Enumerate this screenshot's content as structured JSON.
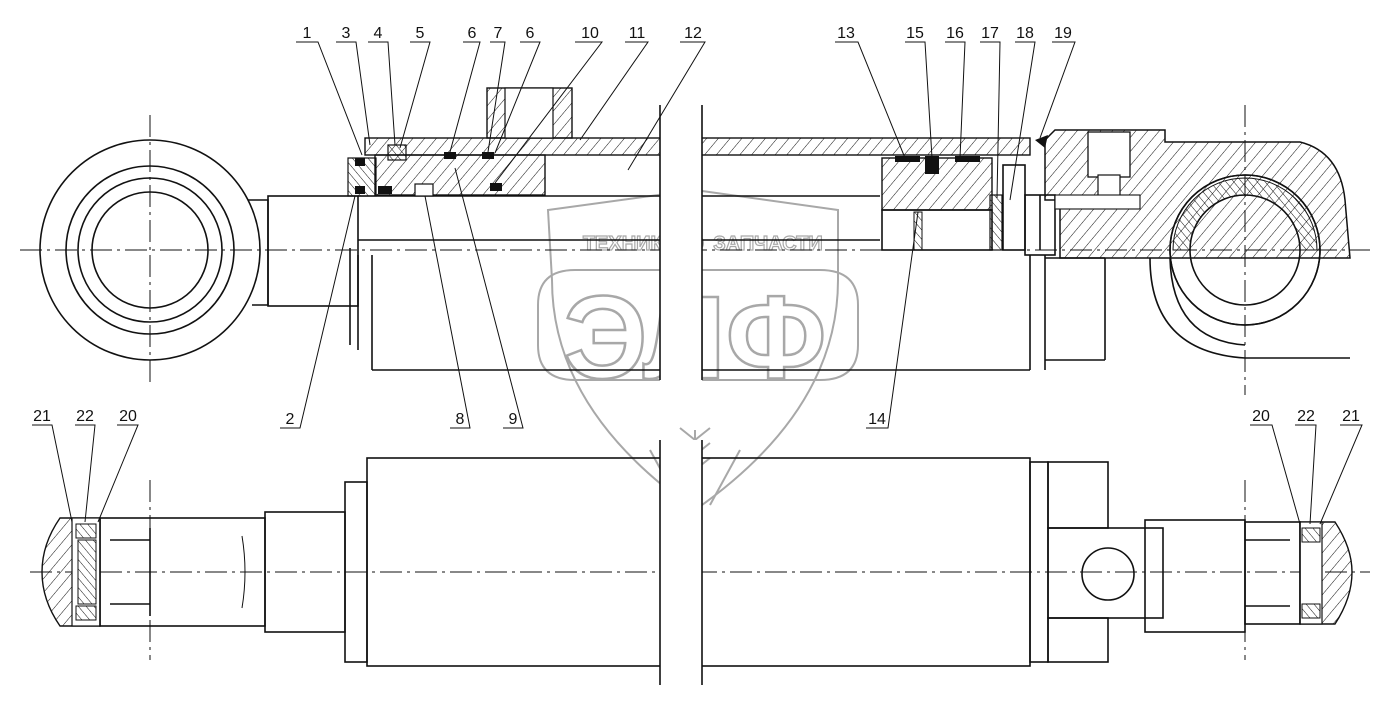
{
  "watermark": {
    "brand": "ЭЛФ",
    "tagline_left": "ТЕХНИКА",
    "tagline_right": "ЗАПЧАСТИ",
    "gear_icon": "gear-icon",
    "color": "#a8a8a8"
  },
  "callouts_top": [
    "1",
    "3",
    "4",
    "5",
    "6",
    "7",
    "6",
    "10",
    "11",
    "12",
    "13",
    "15",
    "16",
    "17",
    "18",
    "19"
  ],
  "callouts_mid_bottom": [
    "2",
    "8",
    "9",
    "14"
  ],
  "callouts_bottom_left": [
    "21",
    "22",
    "20"
  ],
  "callouts_bottom_right": [
    "20",
    "22",
    "21"
  ],
  "line_color": "#111111"
}
